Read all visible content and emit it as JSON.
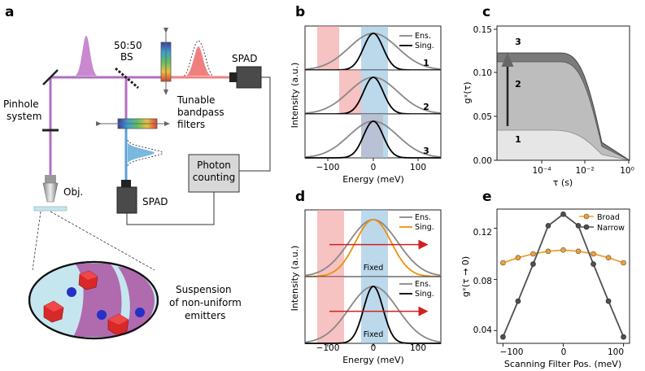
{
  "panels": {
    "a": "a",
    "b": "b",
    "c": "c",
    "d": "d",
    "e": "e"
  },
  "schematic": {
    "bs_line1": "50:50",
    "bs_line2": "BS",
    "spad_top": "SPAD",
    "spad_bottom": "SPAD",
    "pinhole_line1": "Pinhole",
    "pinhole_line2": "system",
    "tunable_line1": "Tunable",
    "tunable_line2": "bandpass",
    "tunable_line3": "filters",
    "photon_line1": "Photon",
    "photon_line2": "counting",
    "objective": "Obj.",
    "suspension_line1": "Suspension",
    "suspension_line2": "of non-uniform",
    "suspension_line3": "emitters"
  },
  "panel_b": {
    "xlabel": "Energy (meV)",
    "ylabel": "Intensity (a.u.)",
    "xticks": [
      "−100",
      "0",
      "100"
    ],
    "legend": [
      "Ens.",
      "Sing."
    ],
    "row_labels": [
      "1",
      "2",
      "3"
    ]
  },
  "panel_c": {
    "ylabel": "gˣ(τ)",
    "xlabel": "τ (s)",
    "yticks": [
      "0.15",
      "0.10",
      "0.05",
      "0.00"
    ],
    "xticks": [
      "10⁻⁴",
      "10⁻²",
      "10⁰"
    ],
    "curve_labels": [
      "3",
      "2",
      "1"
    ]
  },
  "panel_d": {
    "xlabel": "Energy (meV)",
    "ylabel": "Intensity (a.u.)",
    "xticks": [
      "−100",
      "0",
      "100"
    ],
    "legend_top": [
      "Ens.",
      "Sing."
    ],
    "legend_bottom": [
      "Ens.",
      "Sing."
    ],
    "fixed_label": "Fixed"
  },
  "chart_data": {
    "type": "line",
    "xlabel": "Scanning Filter Pos. (meV)",
    "ylabel": "gˣ(τ → 0)",
    "xticks": [
      "−100",
      "0",
      "100"
    ],
    "yticks": [
      "0.12",
      "0.08",
      "0.04"
    ],
    "xlim": [
      -110,
      110
    ],
    "ylim": [
      0.03,
      0.135
    ],
    "x": [
      -100,
      -75,
      -50,
      -25,
      0,
      25,
      50,
      75,
      100
    ],
    "series": [
      {
        "name": "Broad",
        "color": "#f0a030",
        "values": [
          0.093,
          0.097,
          0.1,
          0.102,
          0.103,
          0.102,
          0.1,
          0.097,
          0.093
        ]
      },
      {
        "name": "Narrow",
        "color": "#505050",
        "values": [
          0.035,
          0.063,
          0.092,
          0.122,
          0.131,
          0.122,
          0.092,
          0.063,
          0.035
        ]
      }
    ]
  }
}
